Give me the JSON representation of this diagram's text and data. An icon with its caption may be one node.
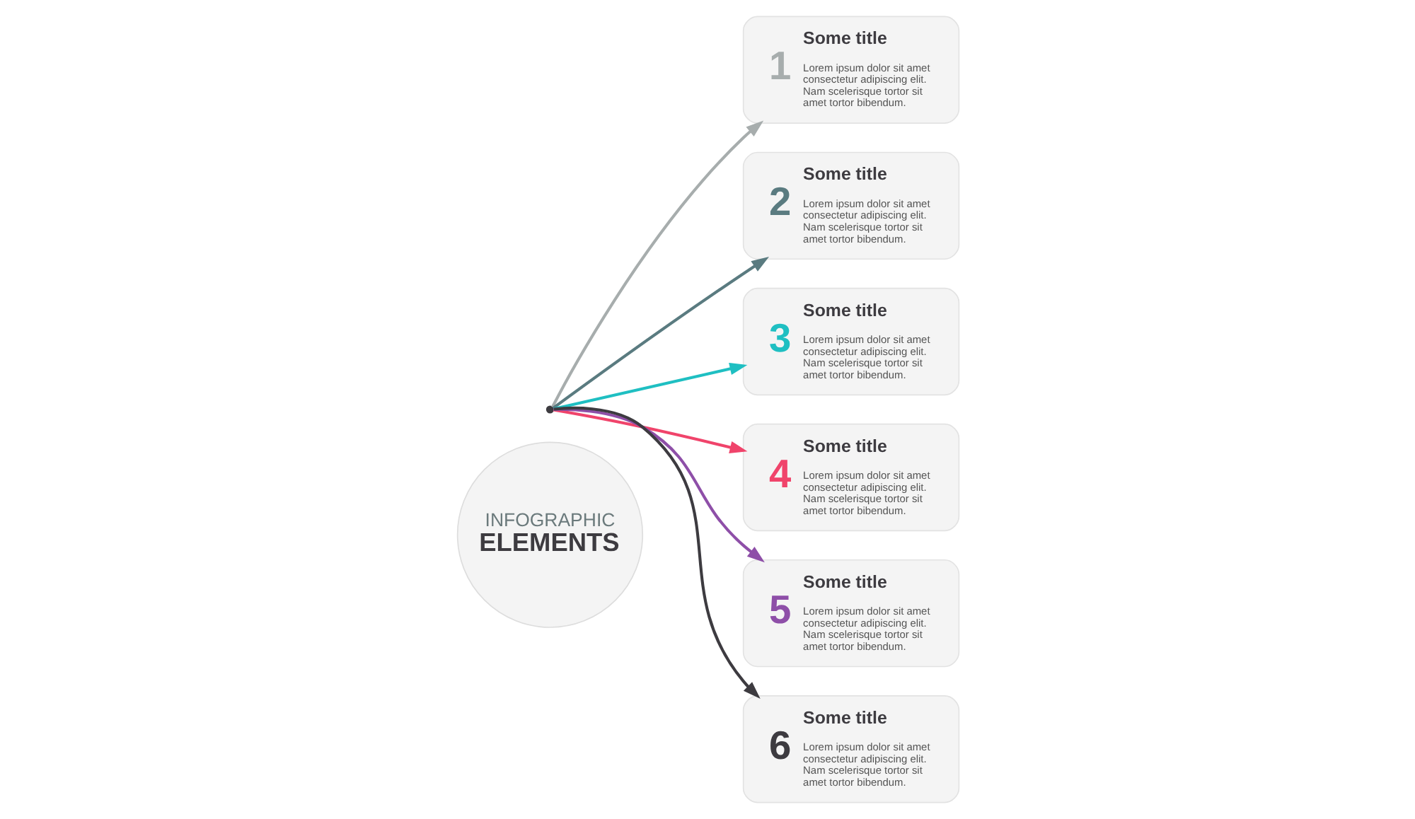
{
  "diagram": {
    "nodes": [
      {
        "text": [
          "INFOGRAPHIC",
          "ELEMENTS"
        ]
      },
      {
        "text": [
          "1",
          "Some title",
          "Lorem ipsum dolor sit amet consectetur adipiscing elit. Nam scelerisque tortor sit amet tortor bibendum."
        ]
      },
      {
        "text": [
          "2",
          "Some title",
          "Lorem ipsum dolor sit amet consectetur adipiscing elit. Nam scelerisque tortor sit amet tortor bibendum."
        ]
      },
      {
        "text": [
          "3",
          "Some title",
          "Lorem ipsum dolor sit amet consectetur adipiscing elit. Nam scelerisque tortor sit amet tortor bibendum."
        ]
      },
      {
        "text": [
          "4",
          "Some title",
          "Lorem ipsum dolor sit amet consectetur adipiscing elit. Nam scelerisque tortor sit amet tortor bibendum."
        ]
      },
      {
        "text": [
          "5",
          "Some title",
          "Lorem ipsum dolor sit amet consectetur adipiscing elit. Nam scelerisque tortor sit amet tortor bibendum."
        ]
      },
      {
        "text": [
          "6",
          "Some title",
          "Lorem ipsum dolor sit amet consectetur adipiscing elit. Nam scelerisque tortor sit amet tortor bibendum."
        ]
      }
    ],
    "edges": [
      {
        "from": null,
        "to": 1,
        "arrow": "to",
        "color": "#a7adad"
      },
      {
        "from": null,
        "to": 2,
        "arrow": "to",
        "color": "#5a7b80"
      },
      {
        "from": null,
        "to": 3,
        "arrow": "to",
        "color": "#1fbfc2"
      },
      {
        "from": null,
        "to": 4,
        "arrow": "to",
        "color": "#f0446b"
      },
      {
        "from": null,
        "to": 5,
        "arrow": "to",
        "color": "#8e4fa8"
      },
      {
        "from": null,
        "to": 6,
        "arrow": "to",
        "color": "#3d3b40"
      }
    ]
  }
}
